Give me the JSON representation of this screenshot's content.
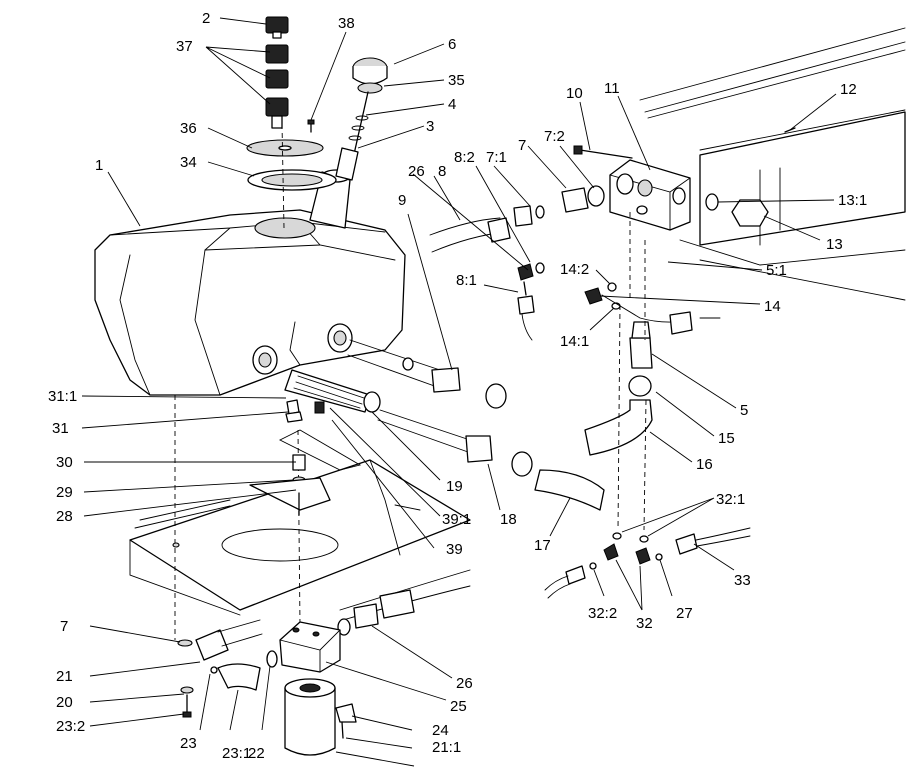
{
  "callouts": [
    "2",
    "37",
    "38",
    "6",
    "35",
    "4",
    "3",
    "36",
    "34",
    "1",
    "10",
    "11",
    "12",
    "7:2",
    "7",
    "7:1",
    "8:2",
    "26",
    "8",
    "13:1",
    "13",
    "9",
    "14:2",
    "5:1",
    "8:1",
    "14",
    "14:1",
    "5",
    "31:1",
    "31",
    "15",
    "16",
    "30",
    "19",
    "29",
    "28",
    "39:1",
    "18",
    "32:1",
    "17",
    "39",
    "33",
    "32:2",
    "32",
    "27",
    "7",
    "26",
    "21",
    "25",
    "20",
    "24",
    "23:2",
    "23",
    "23:1",
    "22",
    "21:1"
  ]
}
